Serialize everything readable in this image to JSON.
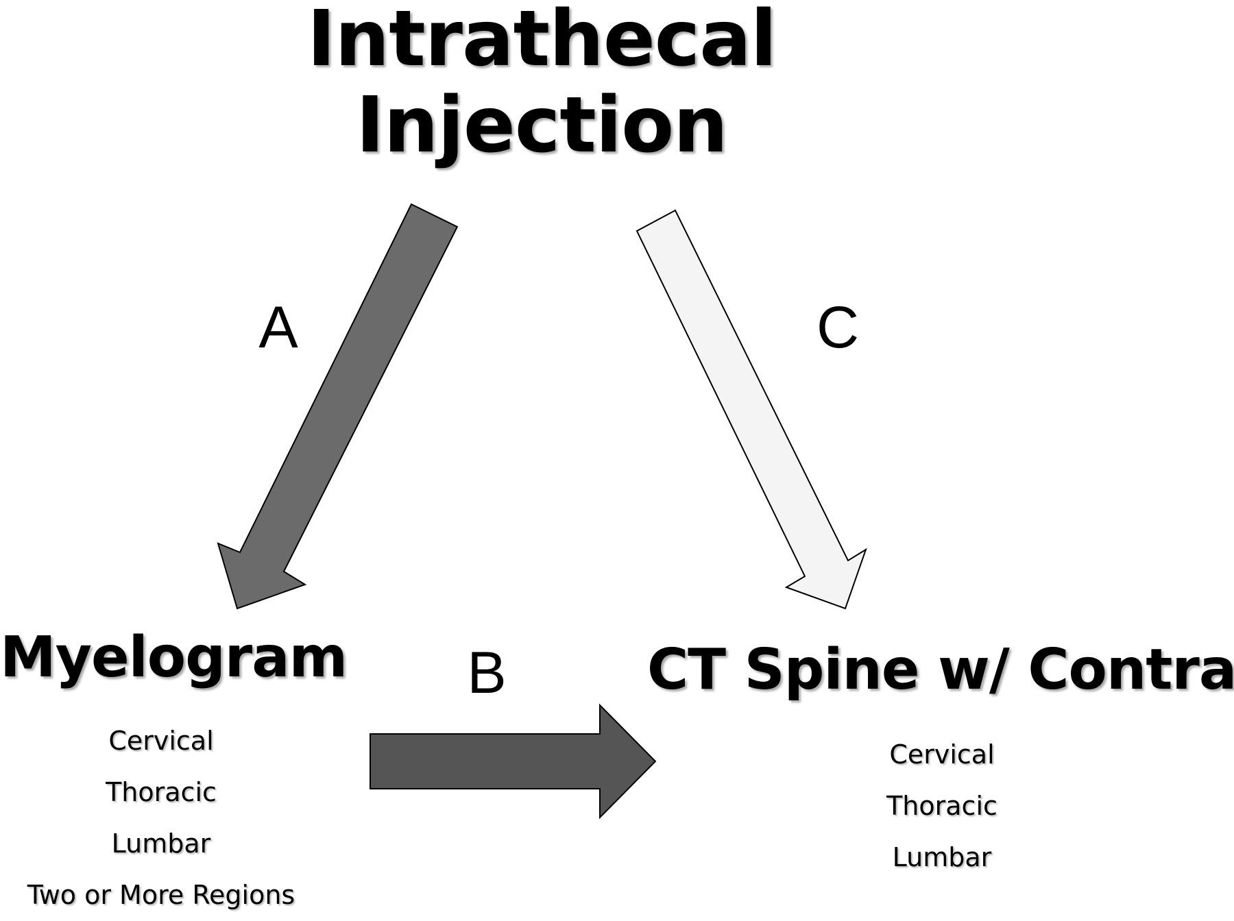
{
  "diagram": {
    "nodes": {
      "injection": {
        "title_line1": "Intrathecal",
        "title_line2": "Injection"
      },
      "myelogram": {
        "title": "Myelogram",
        "regions": [
          "Cervical",
          "Thoracic",
          "Lumbar",
          "Two or More Regions"
        ]
      },
      "ct": {
        "title": "CT Spine w/ Contrast",
        "regions": [
          "Cervical",
          "Thoracic",
          "Lumbar"
        ]
      }
    },
    "edges": [
      {
        "label": "A",
        "from": "Intrathecal Injection",
        "to": "Myelogram",
        "fill": "#6b6b6b"
      },
      {
        "label": "B",
        "from": "Myelogram",
        "to": "CT Spine w/ Contrast",
        "fill": "#555555"
      },
      {
        "label": "C",
        "from": "Intrathecal Injection",
        "to": "CT Spine w/ Contrast",
        "fill": "#f4f4f4"
      }
    ]
  }
}
